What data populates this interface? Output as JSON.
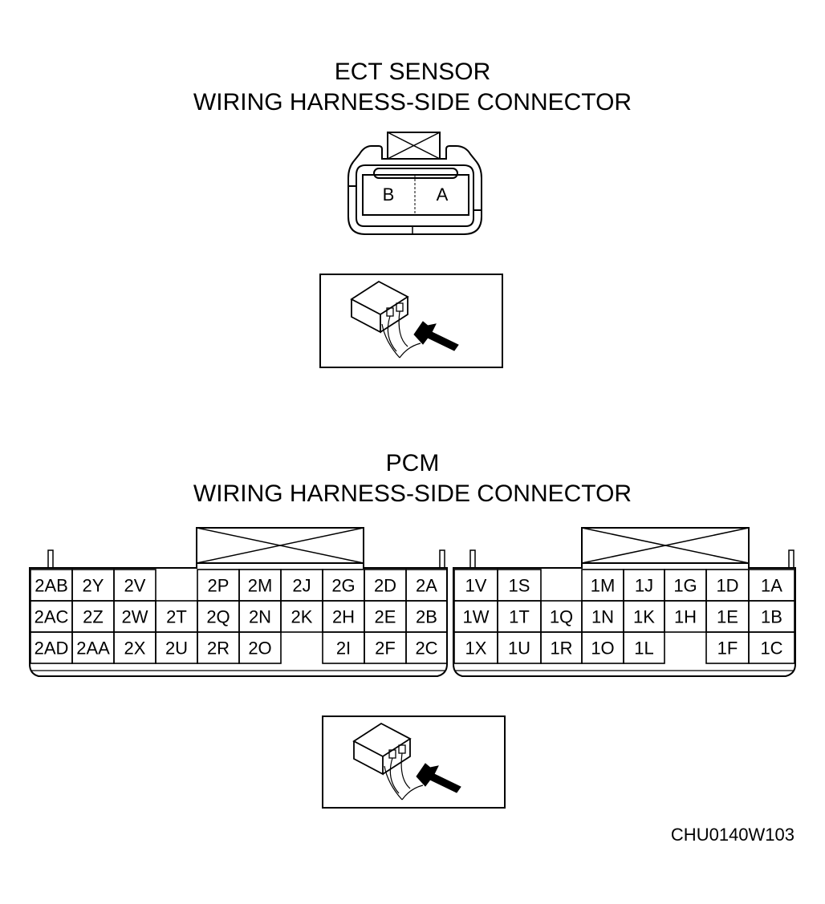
{
  "ect": {
    "title_line1": "ECT SENSOR",
    "title_line2": "WIRING HARNESS-SIDE CONNECTOR",
    "terminals": [
      "B",
      "A"
    ]
  },
  "pcm": {
    "title_line1": "PCM",
    "title_line2": "WIRING HARNESS-SIDE CONNECTOR",
    "connector2": [
      [
        "2AB",
        "2Y",
        "2V",
        "",
        "2P",
        "2M",
        "2J",
        "2G",
        "2D",
        "2A"
      ],
      [
        "2AC",
        "2Z",
        "2W",
        "2T",
        "2Q",
        "2N",
        "2K",
        "2H",
        "2E",
        "2B"
      ],
      [
        "2AD",
        "2AA",
        "2X",
        "2U",
        "2R",
        "2O",
        "",
        "2I",
        "2F",
        "2C"
      ]
    ],
    "connector1": [
      [
        "1V",
        "1S",
        "",
        "1M",
        "1J",
        "1G",
        "1D",
        "1A"
      ],
      [
        "1W",
        "1T",
        "1Q",
        "1N",
        "1K",
        "1H",
        "1E",
        "1B"
      ],
      [
        "1X",
        "1U",
        "1R",
        "1O",
        "1L",
        "",
        "1F",
        "1C"
      ]
    ]
  },
  "figure_code": "CHU0140W103"
}
